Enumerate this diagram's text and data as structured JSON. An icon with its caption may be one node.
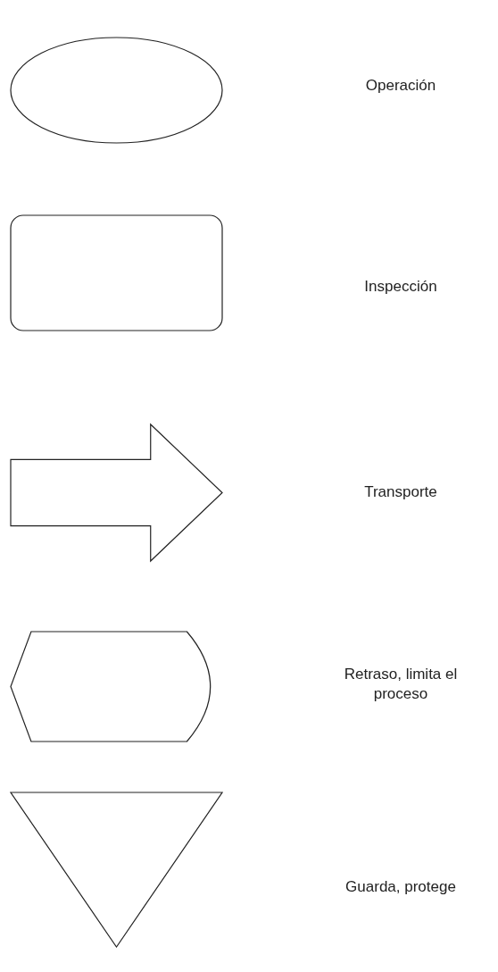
{
  "diagram": {
    "nodes": [
      {
        "text": [],
        "shape": "ellipse"
      },
      {
        "text": [],
        "shape": "box"
      },
      {
        "text": [],
        "shape": "arrow"
      },
      {
        "text": [],
        "shape": "delay"
      },
      {
        "text": [],
        "shape": "triangle"
      }
    ],
    "labels": [
      "Operación",
      "Inspección",
      "Transporte",
      "Retraso, limita el proceso",
      "Guarda, protege"
    ]
  }
}
